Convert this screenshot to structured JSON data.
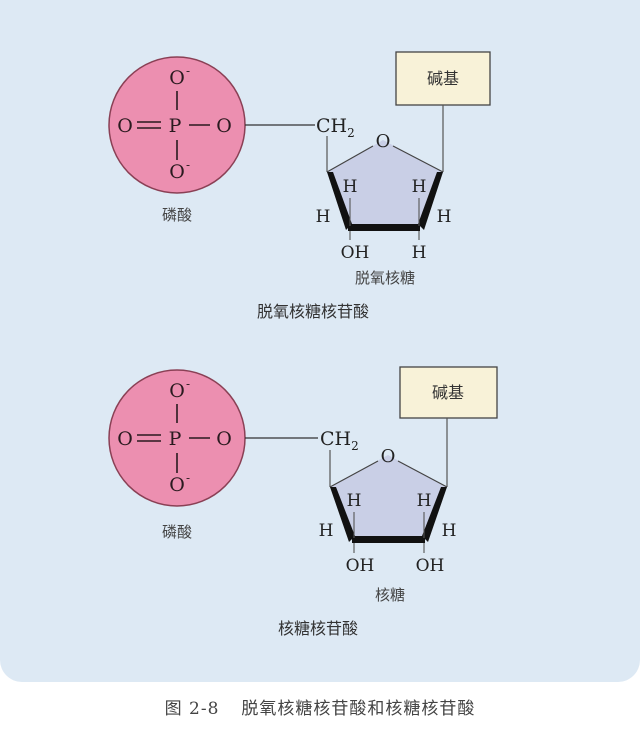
{
  "colors": {
    "background": "#dde9f4",
    "phosphate_fill": "#ec8fb0",
    "phosphate_stroke": "#8a4055",
    "sugar_fill": "#c9cfe6",
    "base_box_fill": "#f8f2d8",
    "line": "#333333"
  },
  "top_structure": {
    "phosphate": {
      "atoms": {
        "top": "O",
        "top_charge": "-",
        "left": "O",
        "center": "P",
        "right": "O",
        "bottom": "O",
        "bottom_charge": "-"
      },
      "label": "磷酸"
    },
    "ch2": "CH",
    "ch2_sub": "2",
    "ring_oxygen": "O",
    "base_label": "碱基",
    "substituents": {
      "c4_h_up": "H",
      "c4_h_down": "H",
      "c3_h": "H",
      "c3_bottom": "OH",
      "c2_h": "H",
      "c2_bottom": "H",
      "c1_h": "H"
    },
    "sugar_label": "脱氧核糖",
    "nucleotide_label": "脱氧核糖核苷酸"
  },
  "bottom_structure": {
    "phosphate": {
      "atoms": {
        "top": "O",
        "top_charge": "-",
        "left": "O",
        "center": "P",
        "right": "O",
        "bottom": "O",
        "bottom_charge": "-"
      },
      "label": "磷酸"
    },
    "ch2": "CH",
    "ch2_sub": "2",
    "ring_oxygen": "O",
    "base_label": "碱基",
    "substituents": {
      "c4_h_up": "H",
      "c4_h_down": "H",
      "c3_h": "H",
      "c3_bottom": "OH",
      "c2_h": "H",
      "c2_bottom": "OH",
      "c1_h": "H"
    },
    "sugar_label": "核糖",
    "nucleotide_label": "核糖核苷酸"
  },
  "caption": {
    "figure_number": "图 2-8",
    "title": "脱氧核糖核苷酸和核糖核苷酸"
  }
}
